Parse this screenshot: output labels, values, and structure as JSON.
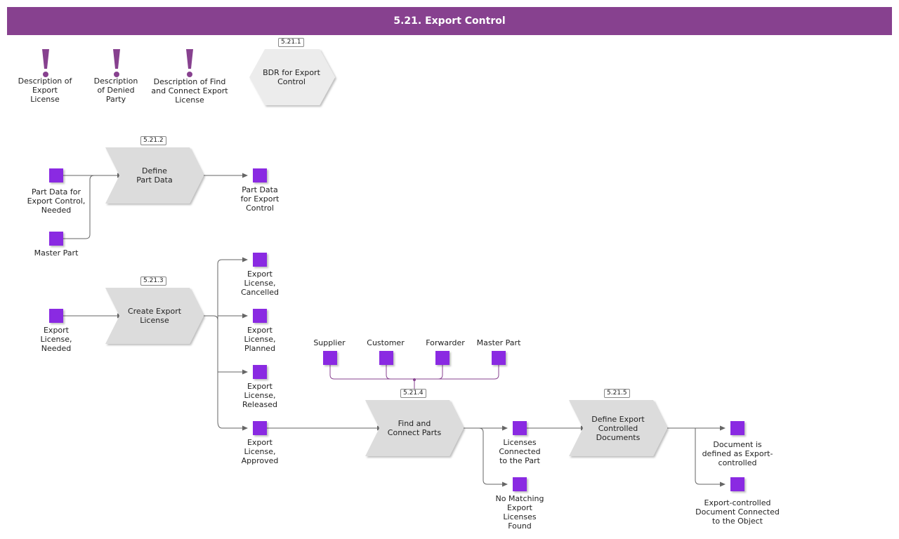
{
  "title": "5.21. Export Control",
  "colors": {
    "header": "#87418f",
    "data_object": "#8a2be2",
    "process": "#dcdcdc",
    "info_icon": "#87418f"
  },
  "info_items": [
    {
      "label": "Description of\nExport\nLicense"
    },
    {
      "label": "Description\nof Denied\nParty"
    },
    {
      "label": "Description of Find\nand Connect Export\nLicense"
    }
  ],
  "processes": {
    "bdr": {
      "id": "5.21.1",
      "label": "BDR for Export\nControl"
    },
    "define_part_data": {
      "id": "5.21.2",
      "label": "Define\nPart Data"
    },
    "create_export_license": {
      "id": "5.21.3",
      "label": "Create Export\nLicense"
    },
    "find_connect_parts": {
      "id": "5.21.4",
      "label": "Find and\nConnect Parts"
    },
    "define_export_docs": {
      "id": "5.21.5",
      "label": "Define Export\nControlled\nDocuments"
    }
  },
  "objects": {
    "part_data_needed": "Part Data for\nExport Control,\nNeeded",
    "master_part_1": "Master Part",
    "part_data_export": "Part Data\nfor Export\nControl",
    "license_needed": "Export\nLicense,\nNeeded",
    "license_cancelled": "Export\nLicense,\nCancelled",
    "license_planned": "Export\nLicense,\nPlanned",
    "license_released": "Export\nLicense,\nReleased",
    "license_approved": "Export\nLicense,\nApproved",
    "supplier": "Supplier",
    "customer": "Customer",
    "forwarder": "Forwarder",
    "master_part_2": "Master Part",
    "licenses_connected": "Licenses\nConnected\nto the Part",
    "no_matching": "No Matching\nExport\nLicenses\nFound",
    "doc_defined": "Document is\ndefined as Export-\ncontrolled",
    "doc_connected": "Export-controlled\nDocument Connected\nto the Object"
  }
}
